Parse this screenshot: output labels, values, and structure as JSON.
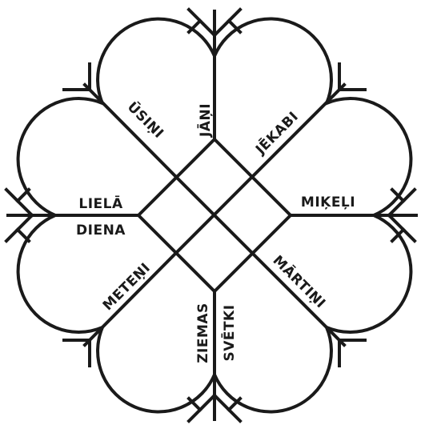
{
  "colors": {
    "ink": "#1a1a1a",
    "background": "#ffffff"
  },
  "labels": {
    "usini": "ŪSIŅI",
    "jani": "JĀŅI",
    "jekabi": "JĒKABI",
    "lielaLine1": "LIELĀ",
    "lielaLine2": "DIENA",
    "mikeli": "MIĶEĻI",
    "meteni": "METEŅI",
    "martini": "MĀRTIŅI",
    "ziemas": "ZIEMAS",
    "svetki": "SVĒTKI"
  }
}
